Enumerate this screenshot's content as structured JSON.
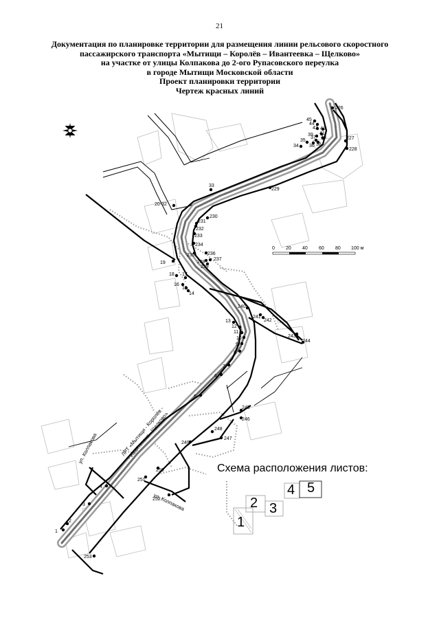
{
  "page_number": "21",
  "heading": [
    "Документация по планировке территории для размещения линии рельсового скоростного",
    "пассажирского транспорта «Мытищи – Королёв – Ивантеевка – Щелково»",
    "на участке от улицы Колпакова до 2-ого Рупасовского переулка",
    "в городе Мытищи Московской области",
    "Проект планировки территории",
    "Чертеж красных линий"
  ],
  "map": {
    "north_arrow_icon": "compass-rose-icon",
    "scale_bar": {
      "labels": [
        "0",
        "20",
        "40",
        "60",
        "80",
        "100 м"
      ]
    },
    "street_labels": [
      "ул. Колпакова",
      "ул. Колпакова"
    ],
    "route_label": [
      "ЛРТ «Мытищи - Королёв -",
      "- Ивантеевка - Щелково»"
    ],
    "points": [
      "1",
      "2",
      "3",
      "4",
      "5",
      "6",
      "7",
      "8",
      "9",
      "10",
      "11",
      "12",
      "13",
      "14",
      "15",
      "16",
      "17",
      "18",
      "19",
      "20-32",
      "33",
      "34",
      "35",
      "36",
      "37",
      "38",
      "39",
      "40",
      "41",
      "42",
      "43",
      "44",
      "45",
      "226",
      "227",
      "228",
      "229",
      "230",
      "231",
      "232",
      "233",
      "234",
      "235",
      "236",
      "237",
      "238",
      "239",
      "240",
      "241",
      "242",
      "243",
      "244",
      "245",
      "246",
      "247",
      "248",
      "249",
      "250",
      "251",
      "252",
      "253"
    ]
  },
  "sheet_layout": {
    "title": "Схема расположения листов:",
    "sheets": [
      "1",
      "2",
      "3",
      "4",
      "5"
    ]
  }
}
